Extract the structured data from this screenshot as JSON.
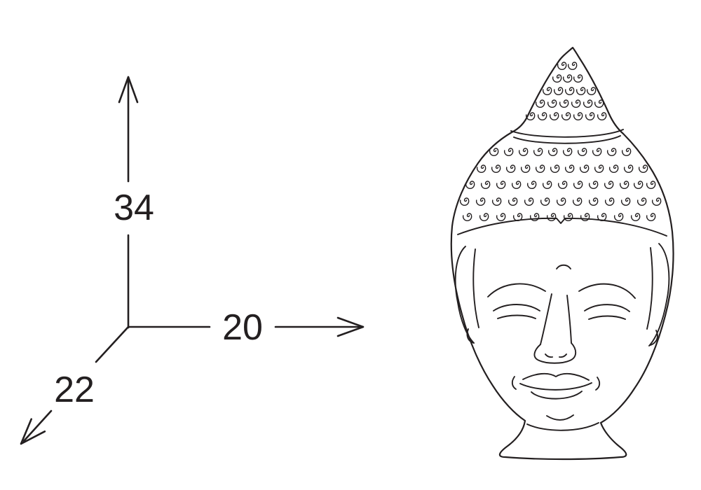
{
  "diagram": {
    "type": "product-dimension-drawing",
    "dimensions": {
      "height_label": "34",
      "width_label": "20",
      "depth_label": "22"
    },
    "colors": {
      "line": "#231f20",
      "background": "#ffffff"
    },
    "icons": {
      "up_arrow": "arrow-up-icon",
      "right_arrow": "arrow-right-icon",
      "down_left_arrow": "arrow-down-left-icon",
      "hair_curl": "spiral-curl-icon",
      "illustration": "buddha-head-line-art"
    }
  }
}
